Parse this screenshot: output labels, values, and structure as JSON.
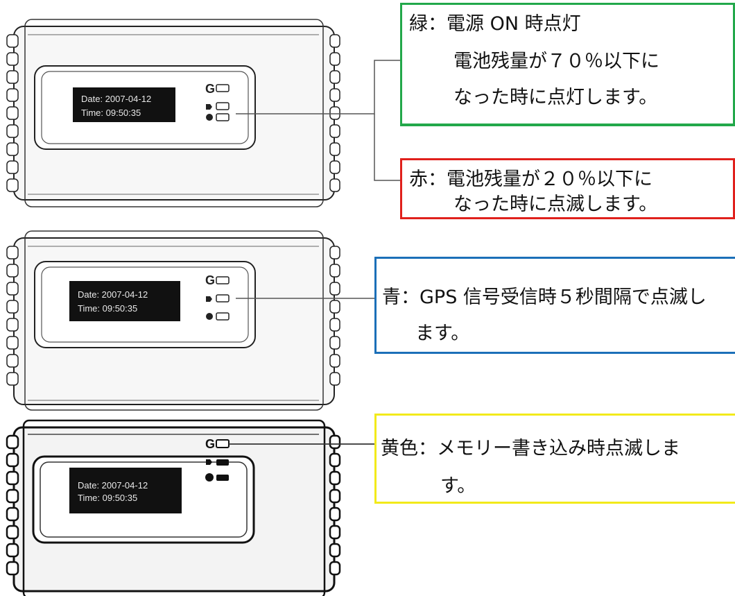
{
  "devices": [
    {
      "date_line": "Date: 2007-04-12",
      "time_line": "Time: 09:50:35"
    },
    {
      "date_line": "Date: 2007-04-12",
      "time_line": "Time: 09:50:35"
    },
    {
      "date_line": "Date: 2007-04-12",
      "time_line": "Time: 09:50:35"
    }
  ],
  "callouts": {
    "green": {
      "color": "#22a84a",
      "lines": [
        "緑：電源 ON 時点灯",
        "電池残量が７０％以下に",
        "なった時に点灯します。"
      ]
    },
    "red": {
      "color": "#e0201c",
      "lines": [
        "赤：電池残量が２０％以下に",
        "なった時に点滅します。"
      ]
    },
    "blue": {
      "color": "#1b6fb8",
      "lines": [
        "青：GPS 信号受信時５秒間隔で点滅し",
        "ます。"
      ]
    },
    "yellow": {
      "color": "#f2ea1a",
      "lines": [
        "黄色：メモリー書き込み時点滅しま",
        "す。"
      ]
    }
  },
  "icons": [
    "gps-icon",
    "battery-status-icon",
    "power-icon"
  ]
}
